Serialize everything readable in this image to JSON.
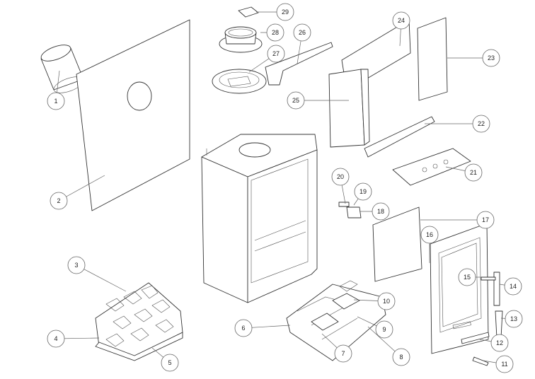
{
  "diagram": {
    "type": "exploded-parts-diagram",
    "callouts": [
      "1",
      "2",
      "3",
      "4",
      "5",
      "6",
      "7",
      "8",
      "9",
      "10",
      "11",
      "12",
      "13",
      "14",
      "15",
      "16",
      "17",
      "18",
      "19",
      "20",
      "21",
      "22",
      "23",
      "24",
      "25",
      "26",
      "27",
      "28",
      "29"
    ]
  }
}
